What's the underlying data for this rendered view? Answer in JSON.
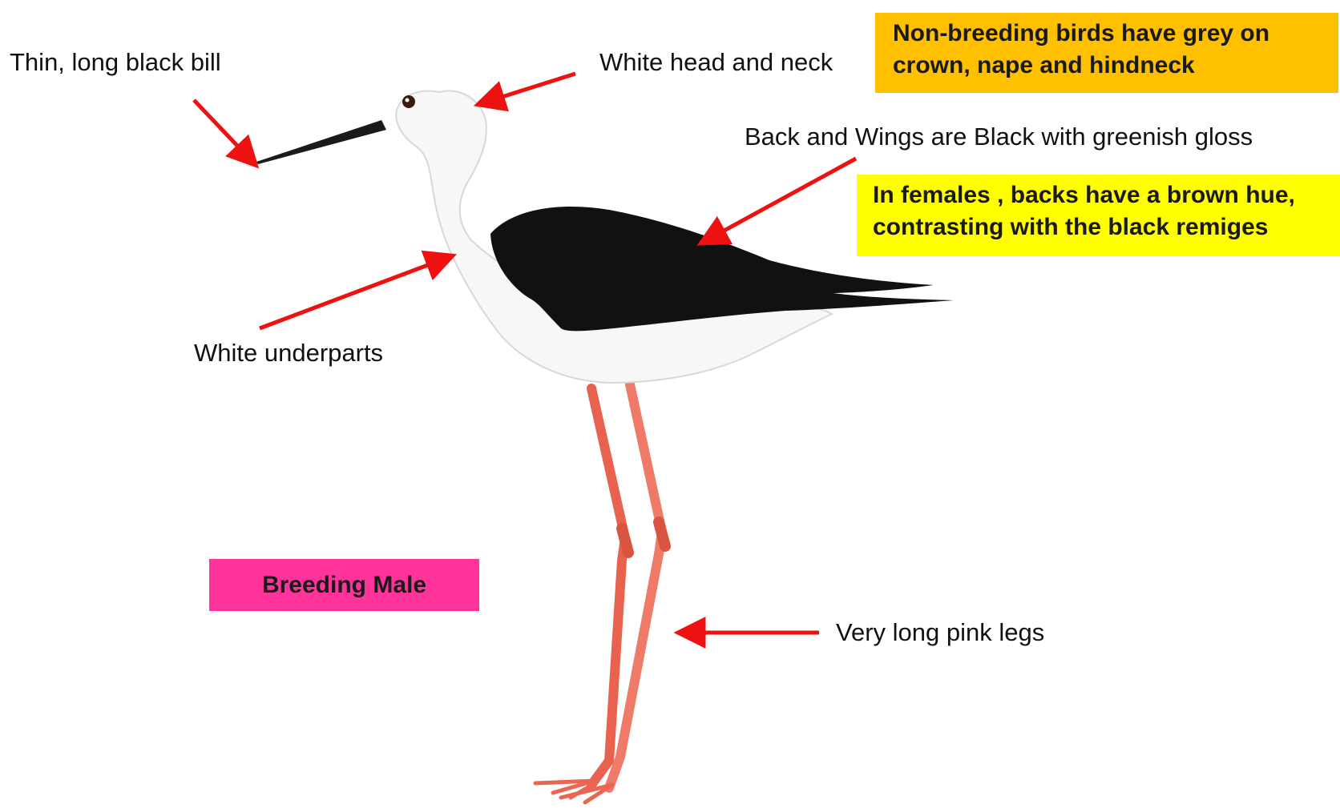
{
  "labels": {
    "bill": "Thin, long black bill",
    "head_neck": "White head and neck",
    "back_wings": "Back and Wings are Black with greenish gloss",
    "underparts": "White underparts",
    "legs": "Very long pink legs"
  },
  "boxes": {
    "non_breeding": {
      "line1": "Non-breeding birds have grey on",
      "line2": "crown, nape and hindneck",
      "color": "#FFC000"
    },
    "female": {
      "line1": "In females , backs have a brown hue,",
      "line2": "contrasting with the black remiges",
      "color": "#FFFF00"
    },
    "breeding_male": {
      "text": "Breeding Male",
      "color": "#FF3399"
    }
  },
  "colors": {
    "arrow": "#EE1111",
    "legs": "#EE6A5A",
    "plumage_black": "#111111",
    "plumage_white": "#F7F7F7"
  }
}
